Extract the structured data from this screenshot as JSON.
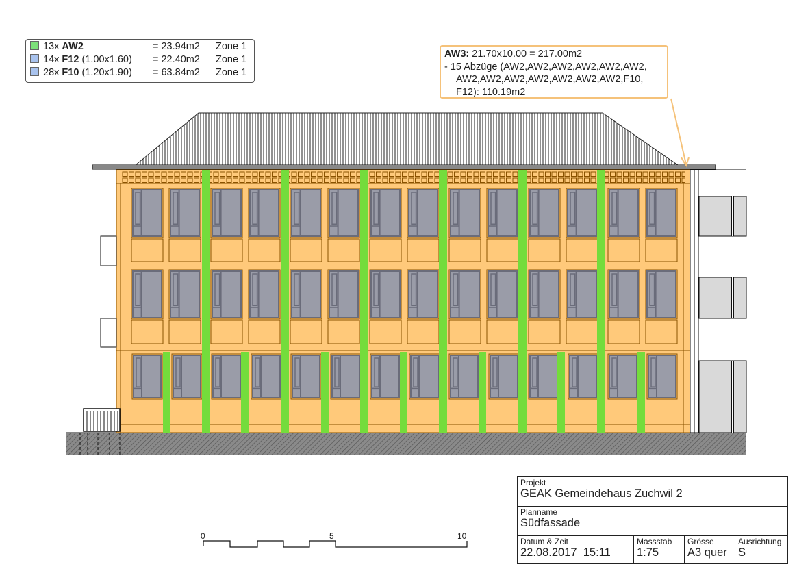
{
  "legend": {
    "items": [
      {
        "count": "13x",
        "code": "AW2",
        "dims": "",
        "area": "= 23.94m2",
        "zone": "Zone 1",
        "color": "#7de07a"
      },
      {
        "count": "14x",
        "code": "F12",
        "dims": "(1.00x1.60)",
        "area": "= 22.40m2",
        "zone": "Zone 1",
        "color": "#a9c3ee"
      },
      {
        "count": "28x",
        "code": "F10",
        "dims": "(1.20x1.90)",
        "area": "= 63.84m2",
        "zone": "Zone 1",
        "color": "#a9c3ee"
      }
    ]
  },
  "annotation": {
    "code": "AW3:",
    "formula": "21.70x10.00 = 217.00m2",
    "line2": "- 15 Abzüge (AW2,AW2,AW2,AW2,AW2,AW2,",
    "line3": "AW2,AW2,AW2,AW2,AW2,AW2,AW2,F10,",
    "line4": "F12): 110.19m2",
    "color": "#f5c27a"
  },
  "scale_bar": {
    "labels": [
      "0",
      "5",
      "10"
    ]
  },
  "title_block": {
    "project_label": "Projekt",
    "project": "GEAK Gemeindehaus Zuchwil 2",
    "plan_label": "Planname",
    "plan": "Südfassade",
    "date_label": "Datum & Zeit",
    "date": "22.08.2017  15:11",
    "scale_label": "Massstab",
    "scale": "1:75",
    "size_label": "Grösse",
    "size": "A3 quer",
    "orientation_label": "Ausrichtung",
    "orientation": "S"
  },
  "colors": {
    "wall": "#ffc97a",
    "wall_line": "#8a5200",
    "green": "#74dc3c",
    "window": "#9a9ca8",
    "window_frame": "#6a6c7a"
  }
}
